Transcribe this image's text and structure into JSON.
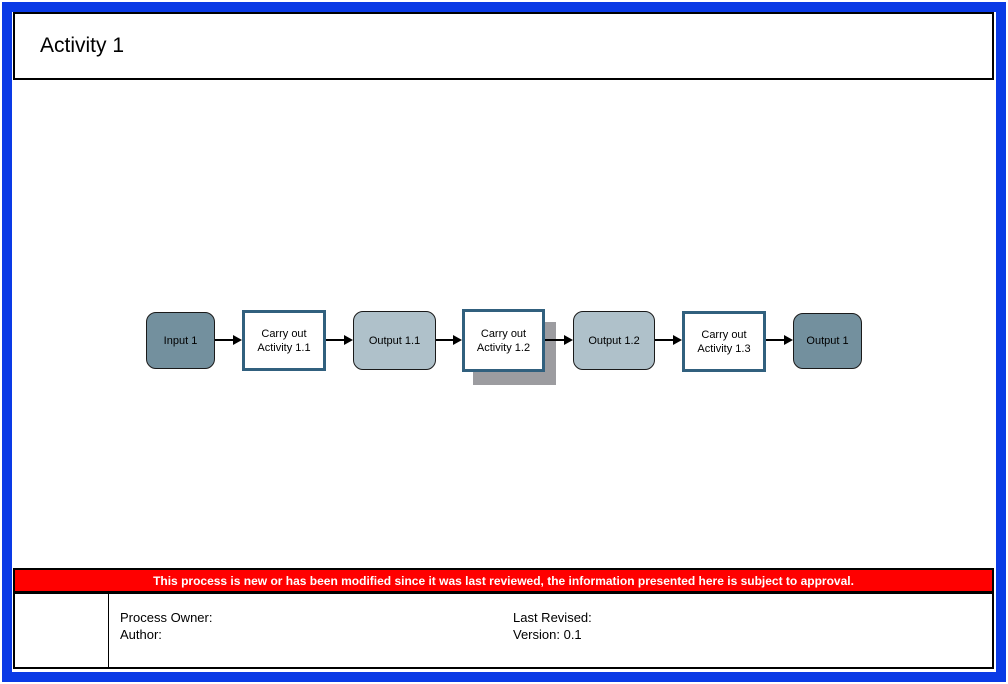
{
  "header": {
    "title": "Activity 1"
  },
  "diagram": {
    "nodes": [
      {
        "label": "Input 1",
        "type": "input"
      },
      {
        "label": "Carry out Activity 1.1",
        "type": "activity"
      },
      {
        "label": "Output 1.1",
        "type": "output"
      },
      {
        "label": "Carry out Activity 1.2",
        "type": "activity",
        "has_shadow": true
      },
      {
        "label": "Output 1.2",
        "type": "output"
      },
      {
        "label": "Carry out Activity 1.3",
        "type": "activity"
      },
      {
        "label": "Output 1",
        "type": "output"
      }
    ]
  },
  "notice": {
    "text": "This process is new or has been modified since it was last reviewed, the information presented here is subject to approval."
  },
  "footer": {
    "process_owner_label": "Process Owner:",
    "author_label": "Author:",
    "last_revised_label": "Last Revised:",
    "version_label": "Version: 0.1"
  },
  "colors": {
    "frame_blue": "#0A3AE6",
    "notice_red": "#FF0000",
    "node_dark_fill": "#73909E",
    "node_light_fill": "#AFC1CA",
    "activity_border_teal": "#31607E",
    "shadow_gray": "#9C9CA0"
  }
}
